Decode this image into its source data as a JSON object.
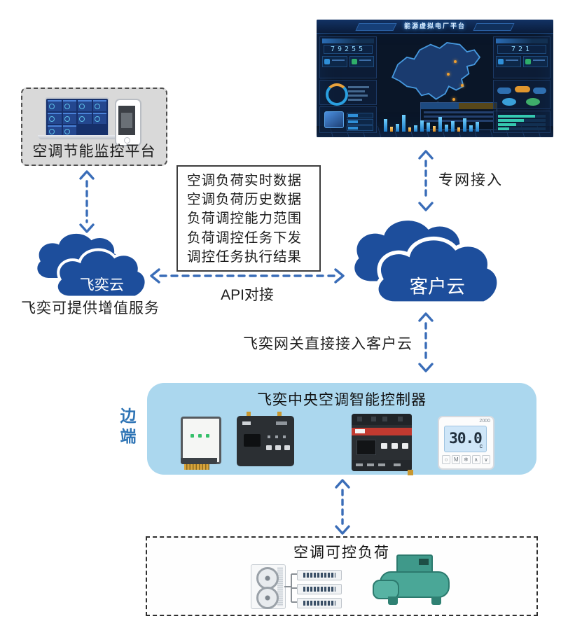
{
  "colors": {
    "cloud_blue": "#1d4e9c",
    "arrow_blue": "#3a6db8",
    "edge_box_bg": "#abd7ee",
    "edge_label_blue": "#2e74b5",
    "platform_box_bg": "#d9d9d9",
    "dashboard_bg": "#0a1628"
  },
  "platform": {
    "label": "空调节能监控平台"
  },
  "feiyi_cloud": {
    "label": "飞奕云",
    "caption": "飞奕可提供增值服务"
  },
  "customer_cloud": {
    "label": "客户云"
  },
  "data_exchange": {
    "items": [
      "空调负荷实时数据",
      "空调负荷历史数据",
      "负荷调控能力范围",
      "负荷调控任务下发",
      "调控任务执行结果"
    ]
  },
  "links": {
    "api": "API对接",
    "private_network": "专网接入",
    "gateway": "飞奕网关直接接入客户云"
  },
  "dashboard": {
    "title": "能源虚拟电厂平台",
    "left_value": "79255",
    "right_value": "721"
  },
  "edge": {
    "side_label": "边端",
    "title": "飞奕中央空调智能控制器",
    "thermostat": {
      "temp": "30.0",
      "unit": "c",
      "model": "2000",
      "buttons": [
        "○",
        "M",
        "❄",
        "∧",
        "∨"
      ]
    }
  },
  "load": {
    "title": "空调可控负荷"
  }
}
